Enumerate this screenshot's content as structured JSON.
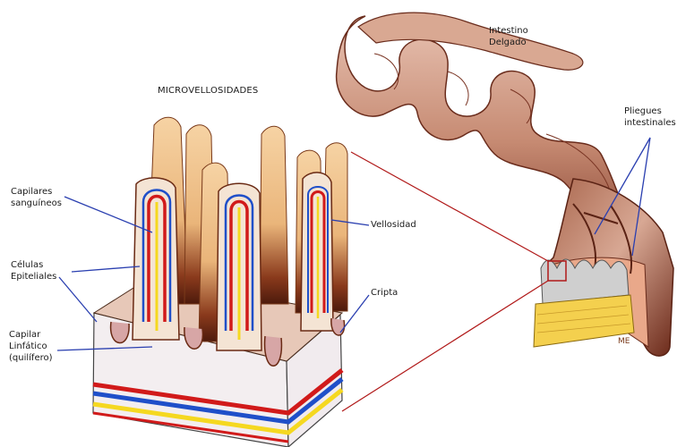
{
  "title": "MICROVELLOSIDADES",
  "labels": {
    "intestino": [
      "Intestino",
      "Delgado"
    ],
    "pliegues": [
      "Pliegues",
      "intestinales"
    ],
    "vellosidad": "Vellosidad",
    "capilares": [
      "Capilares",
      "sanguíneos"
    ],
    "celulas": [
      "Células",
      "Epiteliales"
    ],
    "cripta": "Cripta",
    "capilar_linfatico": [
      "Capilar",
      "Linfático",
      "(quilífero)"
    ],
    "me": "ME"
  },
  "colors": {
    "villus": "#f2c48a",
    "villus_dark": "#6b2a14",
    "intestine": "#c9907a",
    "intestine_dark": "#7a3524",
    "capillary_red": "#d11a1a",
    "capillary_blue": "#1f4fc9",
    "lacteal_yellow": "#f5d820",
    "pointer_blue": "#2a3fb0",
    "zoom_red": "#b01818"
  }
}
